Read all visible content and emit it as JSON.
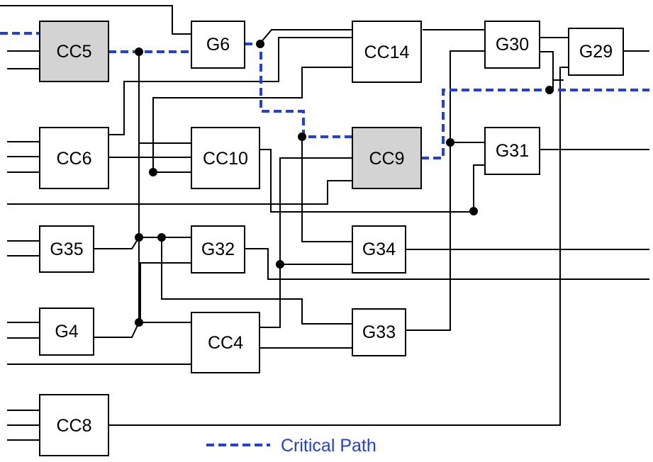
{
  "colors": {
    "box_fill": "#ffffff",
    "critical_box_fill": "#d3d3d3",
    "wire": "#000000",
    "critical_path": "#1f3fe0"
  },
  "gates": {
    "cc5": {
      "label": "CC5",
      "critical": true
    },
    "g6": {
      "label": "G6",
      "critical": false
    },
    "cc14": {
      "label": "CC14",
      "critical": false
    },
    "g30": {
      "label": "G30",
      "critical": false
    },
    "g29": {
      "label": "G29",
      "critical": false
    },
    "cc6": {
      "label": "CC6",
      "critical": false
    },
    "cc10": {
      "label": "CC10",
      "critical": false
    },
    "cc9": {
      "label": "CC9",
      "critical": true
    },
    "g31": {
      "label": "G31",
      "critical": false
    },
    "g35": {
      "label": "G35",
      "critical": false
    },
    "g32": {
      "label": "G32",
      "critical": false
    },
    "g34": {
      "label": "G34",
      "critical": false
    },
    "g4": {
      "label": "G4",
      "critical": false
    },
    "cc4": {
      "label": "CC4",
      "critical": false
    },
    "g33": {
      "label": "G33",
      "critical": false
    },
    "cc8": {
      "label": "CC8",
      "critical": false
    }
  },
  "legend": {
    "label": "Critical Path"
  }
}
